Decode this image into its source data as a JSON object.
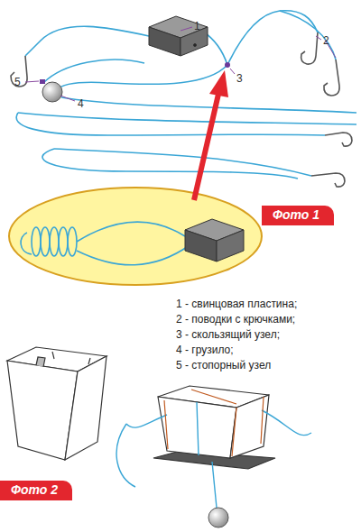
{
  "diagram": {
    "nodes": [
      {
        "text": [
          "Фото 1"
        ]
      },
      {
        "text": [
          "Фото 2"
        ]
      }
    ],
    "labels": [
      "1",
      "2",
      "3",
      "5",
      "4",
      "1 - свинцовая пластина;",
      "2 - поводки с крючками;",
      "3 - скользящий узел;",
      "4 - грузило;",
      "5 - стопорный узел"
    ]
  }
}
